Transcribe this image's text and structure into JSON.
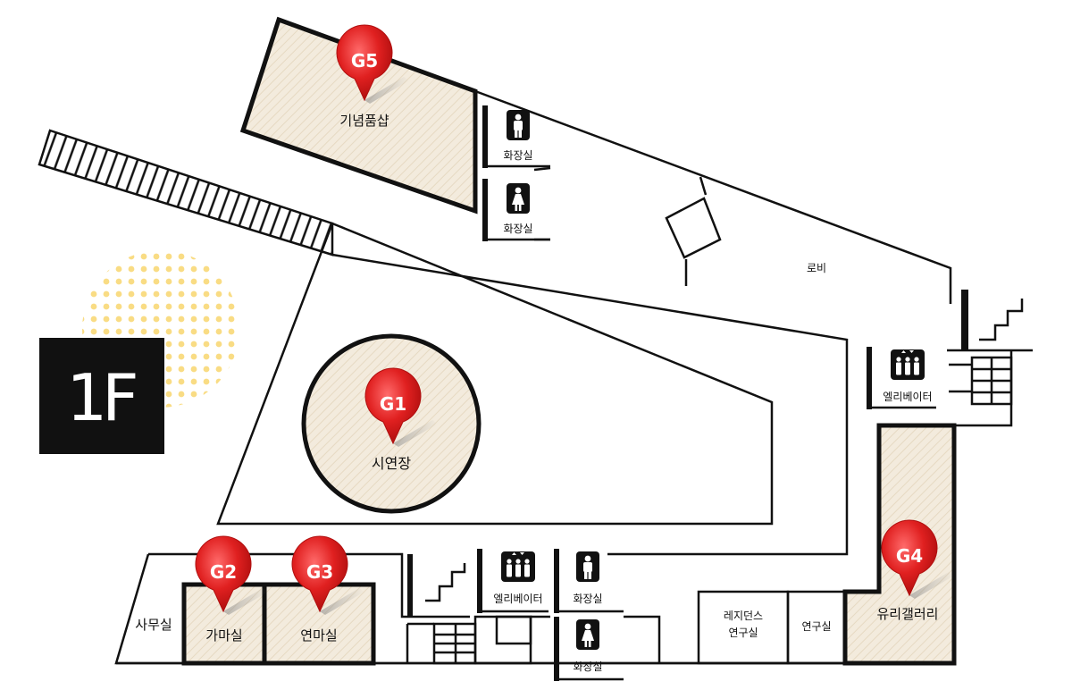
{
  "floor": {
    "label": "1F"
  },
  "pins": [
    {
      "id": "g5",
      "label": "G5"
    },
    {
      "id": "g1",
      "label": "G1"
    },
    {
      "id": "g2",
      "label": "G2"
    },
    {
      "id": "g3",
      "label": "G3"
    },
    {
      "id": "g4",
      "label": "G4"
    }
  ],
  "rooms": {
    "souvenir_shop": "기념품샵",
    "theater": "시연장",
    "kiln_room": "가마실",
    "polishing_room": "연마실",
    "office": "사무실",
    "glass_gallery": "유리갤러리",
    "residence_line1": "레지던스",
    "residence_line2": "연구실",
    "research_room": "연구실",
    "lobby": "로비"
  },
  "facilities": {
    "restroom_male_top": "화장실",
    "restroom_female_top": "화장실",
    "elevator_right": "엘리베이터",
    "elevator_bottom": "엘리베이터",
    "restroom_male_bottom": "화장실",
    "restroom_female_bottom": "화장실"
  },
  "colors": {
    "room_fill": "#f3ebdd",
    "hatch_line": "#e6d9c2",
    "pin_red": "#e02020",
    "floor_badge": "#111111",
    "dot_pattern": "#f9dc84",
    "wall": "#111111"
  }
}
